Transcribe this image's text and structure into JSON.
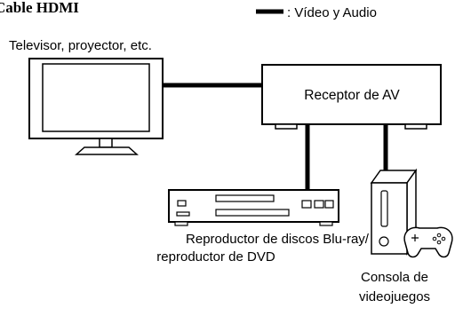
{
  "title": "Cable HDMI",
  "legend": {
    "label": ": Vídeo y Audio"
  },
  "nodes": {
    "tv": {
      "label": "Televisor, proyector, etc."
    },
    "receiver": {
      "label": "Receptor de AV"
    },
    "player": {
      "line1": "Reproductor de discos Blu-ray/",
      "line2": "reproductor de DVD"
    },
    "console": {
      "line1": "Consola de",
      "line2": "videojuegos"
    }
  },
  "colors": {
    "line": "#000000",
    "device_stroke": "#000000",
    "device_fill": "#ffffff"
  }
}
